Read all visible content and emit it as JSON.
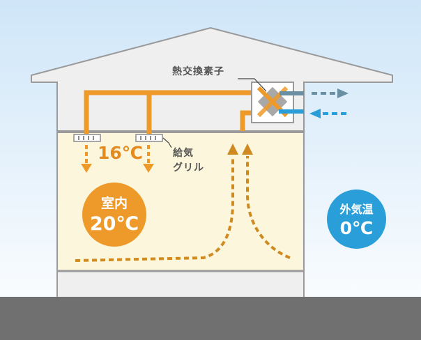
{
  "labels": {
    "heat_exchanger": "熱交換素子",
    "supply_grille_line1": "給気",
    "supply_grille_line2": "グリル",
    "supply_air_temp": "16℃",
    "indoor_title": "室内",
    "indoor_temp": "20℃",
    "outdoor_title": "外気温",
    "outdoor_temp": "0℃"
  },
  "colors": {
    "sky_top": "#cfe6f8",
    "wall": "#efefef",
    "room": "#fcf6dc",
    "ground": "#707070",
    "duct_warm": "#ee9a2a",
    "airflow": "#cf8a22",
    "exhaust": "#6a8fa3",
    "intake": "#2a9ed9",
    "indoor_badge": "#ee9a2a",
    "outdoor_badge": "#2a9ed9"
  },
  "icons": [
    "heat-exchanger-icon",
    "supply-grille-icon",
    "exhaust-arrow-icon",
    "intake-arrow-icon"
  ]
}
